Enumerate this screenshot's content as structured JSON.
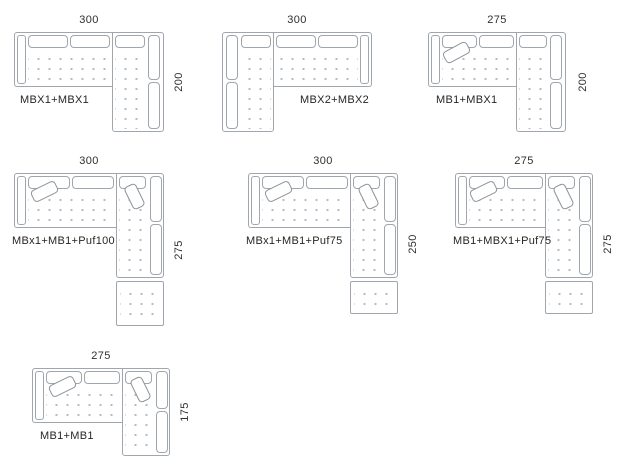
{
  "colors": {
    "line": "#a0a6ad",
    "text": "#2f2f2f",
    "dots": "#b4bac2",
    "background": "#ffffff"
  },
  "diagrams": [
    {
      "label": "MBX1+MBX1",
      "width": "300",
      "depth": "200"
    },
    {
      "label": "MBX2+MBX2",
      "width": "300",
      "depth": ""
    },
    {
      "label": "MB1+MBX1",
      "width": "275",
      "depth": "200"
    },
    {
      "label": "MBx1+MB1+Puf100",
      "width": "300",
      "depth": "275"
    },
    {
      "label": "MBx1+MB1+Puf75",
      "width": "300",
      "depth": "250"
    },
    {
      "label": "MB1+MBX1+Puf75",
      "width": "275",
      "depth": "275"
    },
    {
      "label": "MB1+MB1",
      "width": "275",
      "depth": "175"
    }
  ]
}
